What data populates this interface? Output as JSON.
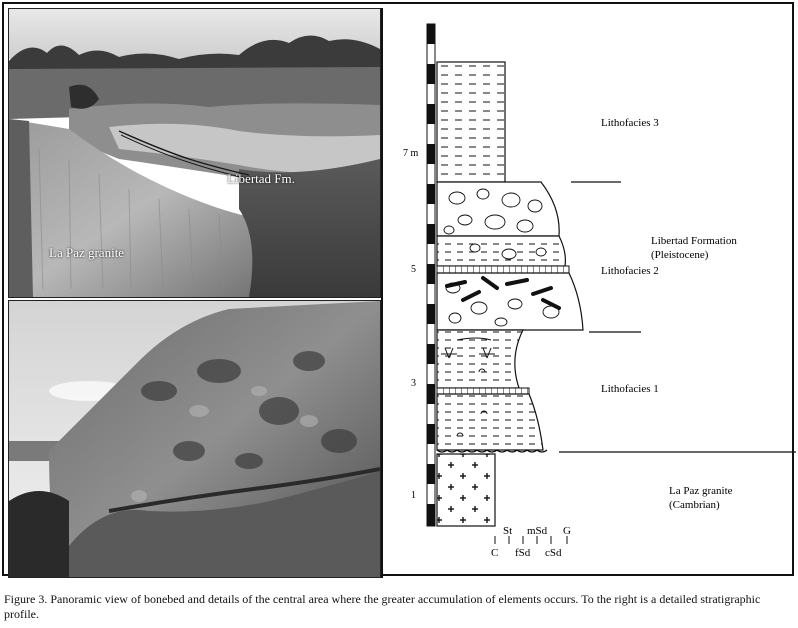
{
  "photos": {
    "top_labels": {
      "libertad": "Libertad Fm.",
      "lapaz": "La Paz granite"
    }
  },
  "profile": {
    "scale_ticks": [
      {
        "label": "7 m"
      },
      {
        "label": "5"
      },
      {
        "label": "3"
      },
      {
        "label": "1"
      }
    ],
    "units": [
      {
        "key": "l3",
        "label": "Lithofacies 3"
      },
      {
        "key": "form1",
        "label": "Libertad Formation"
      },
      {
        "key": "form2",
        "label": "(Pleistocene)"
      },
      {
        "key": "l2",
        "label": "Lithofacies 2"
      },
      {
        "key": "l1",
        "label": "Lithofacies 1"
      },
      {
        "key": "gr1",
        "label": "La Paz granite"
      },
      {
        "key": "gr2",
        "label": "(Cambrian)"
      }
    ],
    "grain_axis": {
      "top": [
        "St",
        "mSd",
        "G"
      ],
      "bottom": [
        "C",
        "fSd",
        "cSd"
      ]
    }
  },
  "caption": "Figure 3. Panoramic view of bonebed and details of the central area where the greater accumulation of elements occurs. To the right is a detailed stratigraphic profile."
}
